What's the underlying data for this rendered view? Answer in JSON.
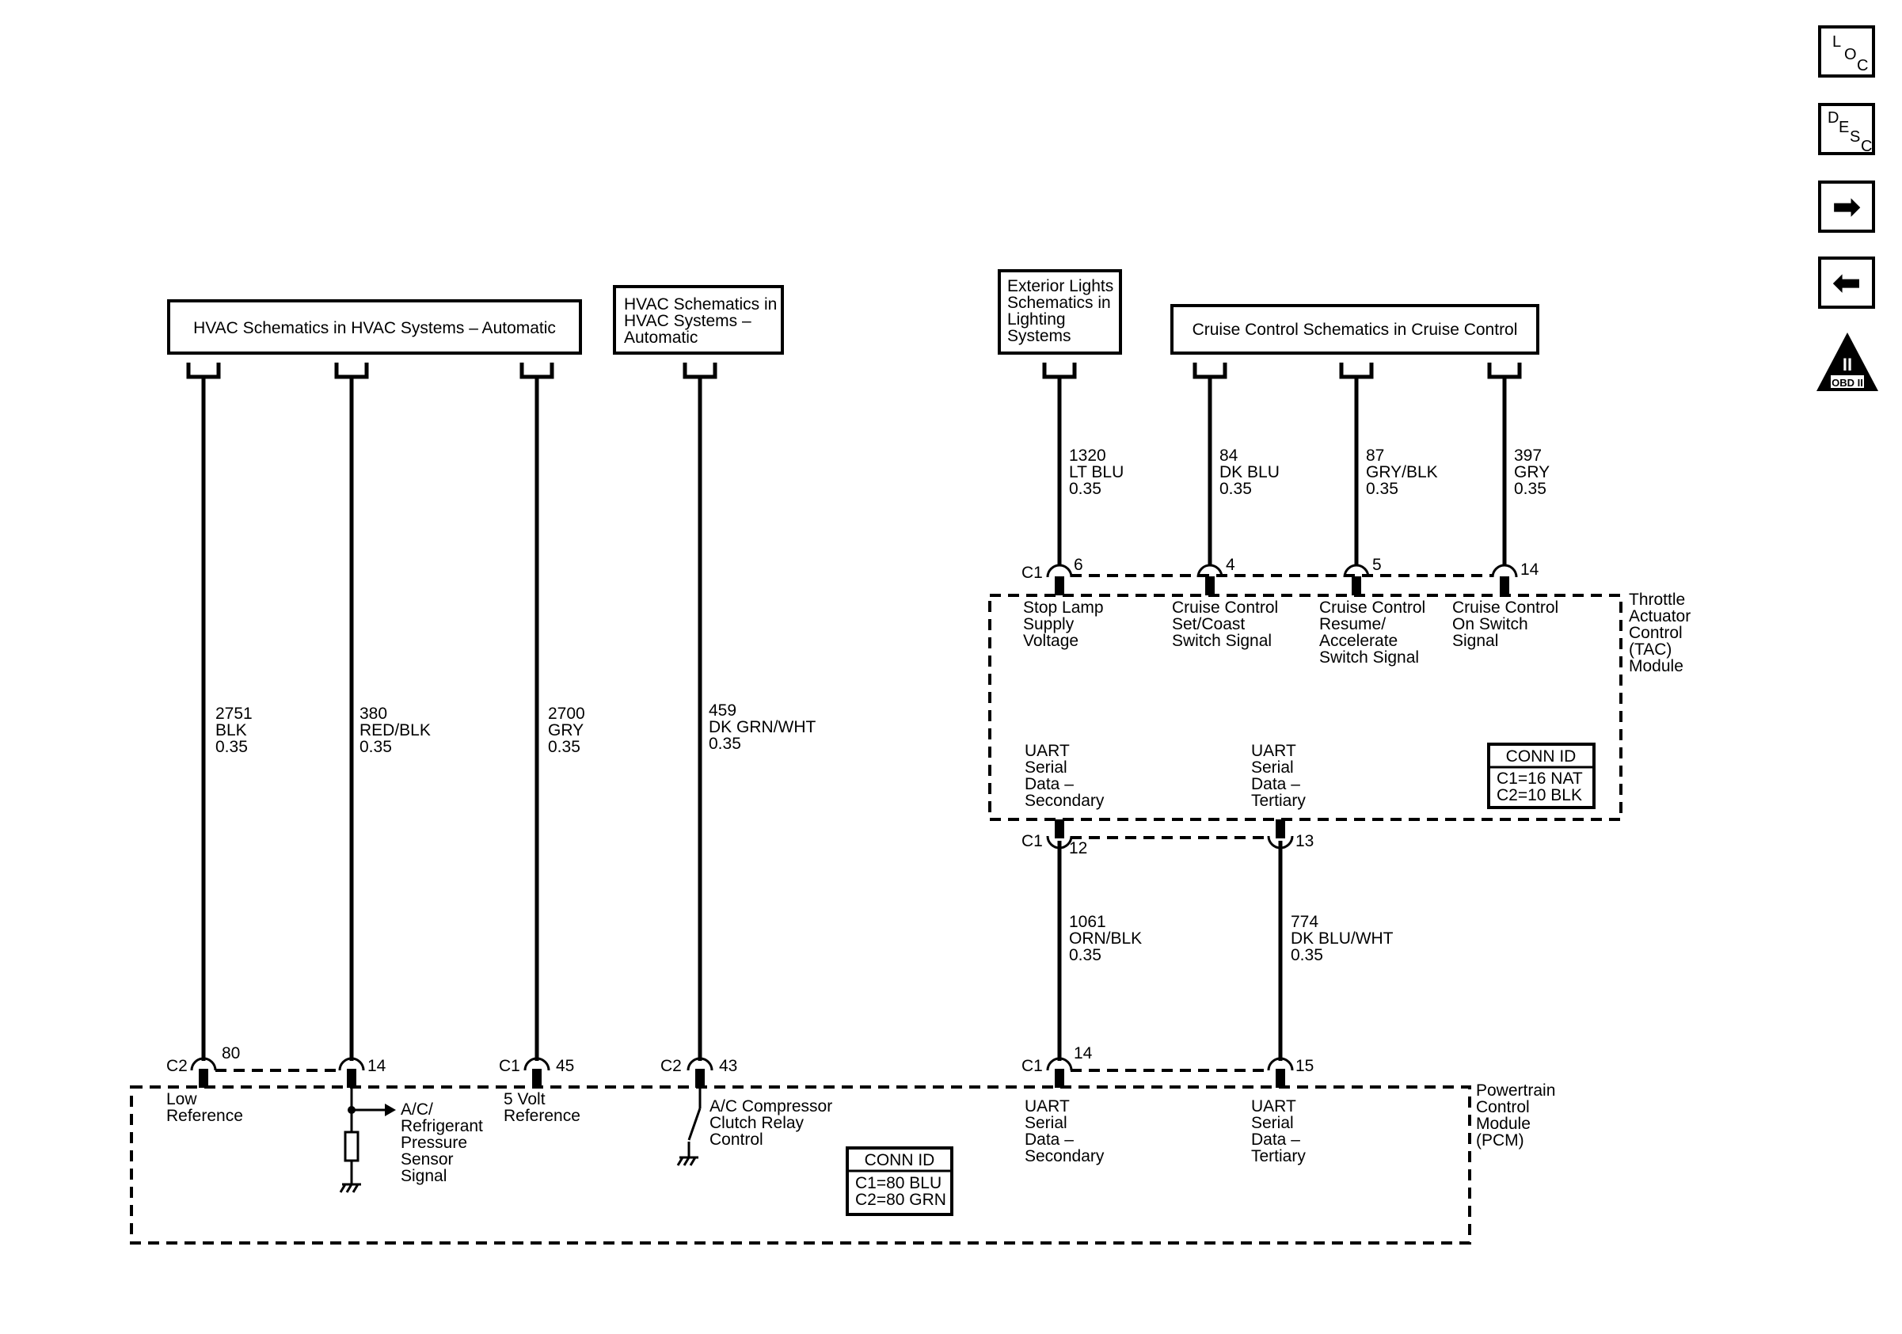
{
  "nav": {
    "loc": [
      "L",
      "O",
      "C"
    ],
    "desc": [
      "D",
      "E",
      "S",
      "C"
    ],
    "forward_icon": "right-arrow-icon",
    "back_icon": "left-arrow-icon",
    "obd": {
      "numeral": "II",
      "label": "OBD II"
    }
  },
  "schematic_refs": {
    "hvac_1": "HVAC Schematics in HVAC Systems – Automatic",
    "hvac_2": [
      "HVAC Schematics in",
      "HVAC Systems –",
      "Automatic"
    ],
    "ext_lights": [
      "Exterior Lights",
      "Schematics in",
      "Lighting",
      "Systems"
    ],
    "cruise": "Cruise Control Schematics in Cruise Control"
  },
  "wires": {
    "w2751": [
      "2751",
      "BLK",
      "0.35"
    ],
    "w380": [
      "380",
      "RED/BLK",
      "0.35"
    ],
    "w2700": [
      "2700",
      "GRY",
      "0.35"
    ],
    "w459": [
      "459",
      "DK GRN/WHT",
      "0.35"
    ],
    "w1320": [
      "1320",
      "LT BLU",
      "0.35"
    ],
    "w84": [
      "84",
      "DK BLU",
      "0.35"
    ],
    "w87": [
      "87",
      "GRY/BLK",
      "0.35"
    ],
    "w397": [
      "397",
      "GRY",
      "0.35"
    ],
    "w1061": [
      "1061",
      "ORN/BLK",
      "0.35"
    ],
    "w774": [
      "774",
      "DK BLU/WHT",
      "0.35"
    ]
  },
  "tac": {
    "name": [
      "Throttle",
      "Actuator",
      "Control",
      "(TAC)",
      "Module"
    ],
    "connector_top": "C1",
    "pins_top": [
      "6",
      "4",
      "5",
      "14"
    ],
    "connector_bottom": "C1",
    "pins_bottom": [
      "12",
      "13"
    ],
    "functions": {
      "stop_lamp": [
        "Stop Lamp",
        "Supply",
        "Voltage"
      ],
      "set_coast": [
        "Cruise Control",
        "Set/Coast",
        "Switch Signal"
      ],
      "resume": [
        "Cruise Control",
        "Resume/",
        "Accelerate",
        "Switch Signal"
      ],
      "on_switch": [
        "Cruise Control",
        "On Switch",
        "Signal"
      ],
      "uart_secondary": [
        "UART",
        "Serial",
        "Data –",
        "Secondary"
      ],
      "uart_tertiary": [
        "UART",
        "Serial",
        "Data –",
        "Tertiary"
      ]
    },
    "conn_id": {
      "title": "CONN ID",
      "lines": [
        "C1=16 NAT",
        "C2=10 BLK"
      ]
    }
  },
  "pcm": {
    "name": [
      "Powertrain",
      "Control",
      "Module",
      "(PCM)"
    ],
    "connectors": [
      "C2",
      "C1",
      "C2",
      "C1"
    ],
    "pins": [
      "80",
      "14",
      "45",
      "43",
      "14",
      "15"
    ],
    "functions": {
      "low_ref": [
        "Low",
        "Reference"
      ],
      "ac_pressure": [
        "A/C/",
        "Refrigerant",
        "Pressure",
        "Sensor",
        "Signal"
      ],
      "five_volt": [
        "5 Volt",
        "Reference"
      ],
      "ac_relay": [
        "A/C Compressor",
        "Clutch Relay",
        "Control"
      ],
      "uart_secondary": [
        "UART",
        "Serial",
        "Data –",
        "Secondary"
      ],
      "uart_tertiary": [
        "UART",
        "Serial",
        "Data –",
        "Tertiary"
      ]
    },
    "conn_id": {
      "title": "CONN ID",
      "lines": [
        "C1=80 BLU",
        "C2=80 GRN"
      ]
    }
  }
}
